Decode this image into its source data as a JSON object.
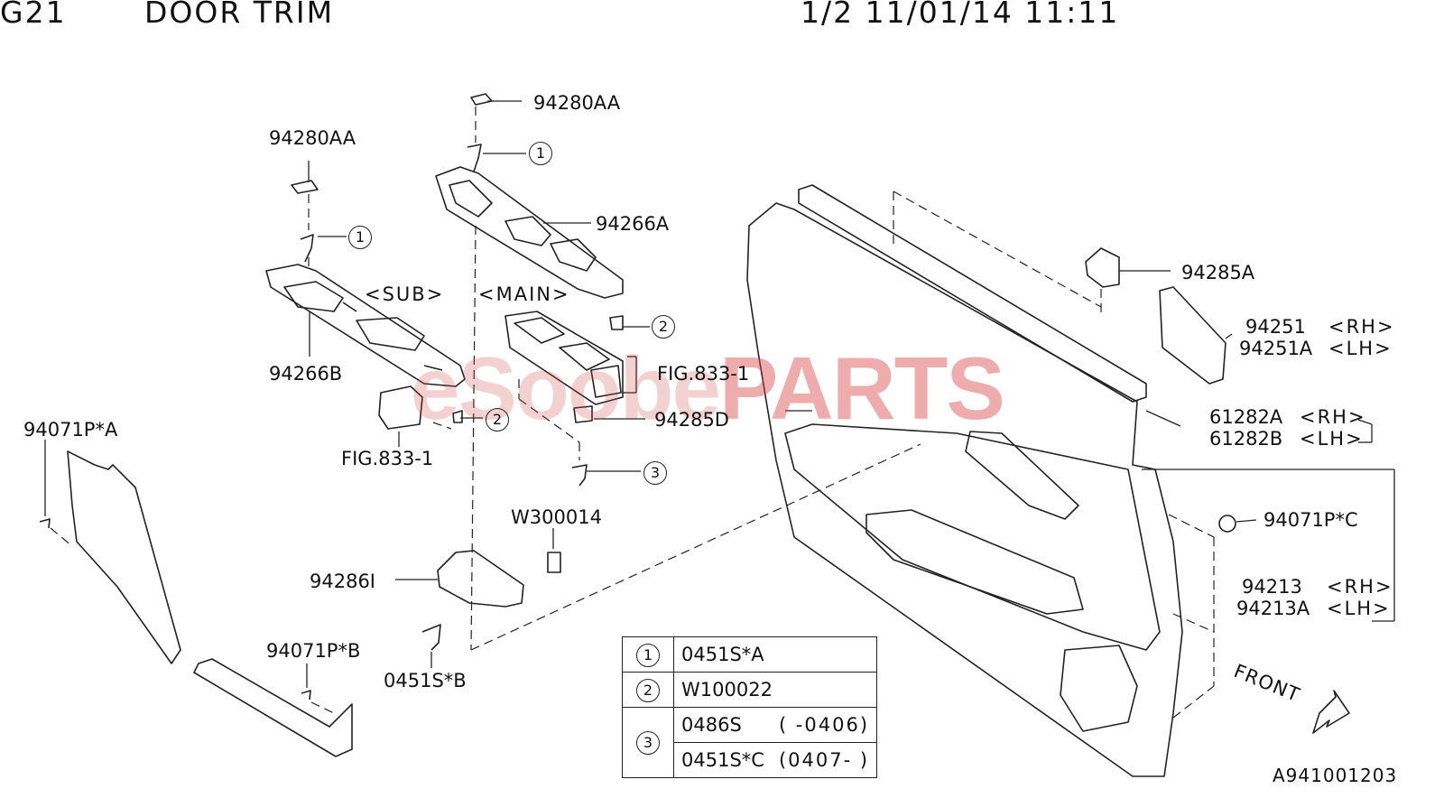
{
  "header": {
    "code": "G21",
    "title": "DOOR TRIM",
    "page_date": "1/2 11/01/14 11:11"
  },
  "watermark": {
    "prefix": "eSoobe",
    "brand": "PARTS"
  },
  "labels": {
    "l94280AA_top": "94280AA",
    "l94280AA_left": "94280AA",
    "l94266A": "94266A",
    "sub": "<SUB>",
    "main": "<MAIN>",
    "l94266B": "94266B",
    "fig833_right": "FIG.833-1",
    "l94285D": "94285D",
    "fig833_left": "FIG.833-1",
    "l94071PA": "94071P*A",
    "W300014": "W300014",
    "l94286I": "94286I",
    "l94071PB": "94071P*B",
    "l0451SB": "0451S*B",
    "l94285A": "94285A",
    "l94251": "94251",
    "l94251_side": "<RH>",
    "l94251A": "94251A",
    "l94251A_side": "<LH>",
    "l61282A": "61282A",
    "l61282A_side": "<RH>",
    "l61282B": "61282B",
    "l61282B_side": "<LH>",
    "l94071PC": "94071P*C",
    "l94213": "94213",
    "l94213_side": "<RH>",
    "l94213A": "94213A",
    "l94213A_side": "<LH>",
    "front": "FRONT",
    "diagram_id": "A941001203"
  },
  "callouts": {
    "c1a": "1",
    "c1b": "1",
    "c2a": "2",
    "c2b": "2",
    "c3": "3"
  },
  "parts_table": {
    "rows": [
      {
        "num": "1",
        "part": "0451S*A",
        "range": ""
      },
      {
        "num": "2",
        "part": "W100022",
        "range": ""
      },
      {
        "num": "3",
        "part": "0486S",
        "range": "( -0406)"
      },
      {
        "num": "",
        "part": "0451S*C",
        "range": "(0407- )"
      }
    ]
  },
  "colors": {
    "line": "#222222",
    "watermark": "#dc4646"
  }
}
